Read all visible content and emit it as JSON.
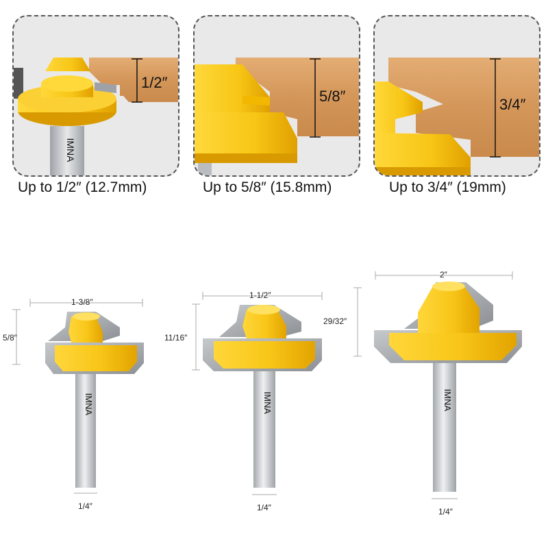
{
  "panels": [
    {
      "dimension": "1/2″",
      "caption": "Up to 1/2″ (12.7mm)"
    },
    {
      "dimension": "5/8″",
      "caption": "Up to 5/8″ (15.8mm)"
    },
    {
      "dimension": "3/4″",
      "caption": "Up to 3/4″ (19mm)"
    }
  ],
  "bits": [
    {
      "width": "1-3/8″",
      "height": "5/8″",
      "shank": "1/4″"
    },
    {
      "width": "1-1/2″",
      "height": "11/16″",
      "shank": "1/4″"
    },
    {
      "width": "2″",
      "height": "29/32″",
      "shank": "1/4″"
    }
  ],
  "brand": "IMNA",
  "colors": {
    "bit_yellow": "#f7c515",
    "bit_yellow_dark": "#e0a100",
    "wood": "#d9a066",
    "shank": "#b9bcc0",
    "carbide": "#9ea2a6"
  }
}
